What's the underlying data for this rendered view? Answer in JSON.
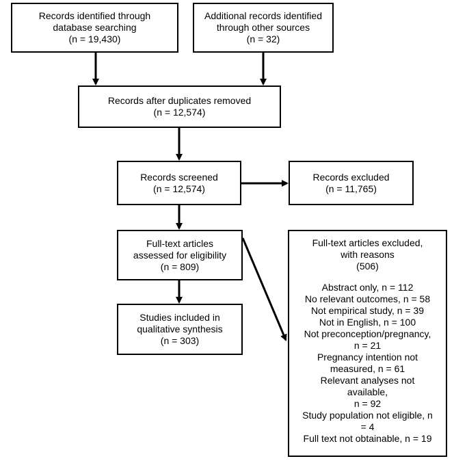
{
  "identified_database": {
    "lines": [
      "Records identified through",
      "database searching",
      "(n = 19,430)"
    ]
  },
  "identified_other": {
    "lines": [
      "Additional records identified",
      "through other sources",
      "(n = 32)"
    ]
  },
  "duplicates_removed": {
    "lines": [
      "Records after duplicates removed",
      "(n = 12,574)"
    ]
  },
  "screened": {
    "lines": [
      "Records screened",
      "(n = 12,574)"
    ]
  },
  "excluded": {
    "lines": [
      "Records excluded",
      "(n = 11,765)"
    ]
  },
  "fulltext_assessed": {
    "lines": [
      "Full-text articles",
      "assessed for eligibility",
      "(n = 809)"
    ]
  },
  "included": {
    "lines": [
      "Studies included in",
      "qualitative synthesis",
      "(n = 303)"
    ]
  },
  "fulltext_excluded": {
    "header": [
      "Full-text articles excluded,",
      "with reasons",
      "(506)"
    ],
    "reasons": [
      "Abstract only, n = 112",
      "No relevant outcomes, n = 58",
      "Not empirical study, n = 39",
      "Not in English, n = 100",
      "Not preconception/pregnancy,",
      "n = 21",
      "Pregnancy intention not",
      "measured, n = 61",
      "Relevant analyses not",
      "available,",
      "n = 92",
      "Study population not eligible, n",
      "= 4",
      "Full text not obtainable, n = 19"
    ]
  }
}
